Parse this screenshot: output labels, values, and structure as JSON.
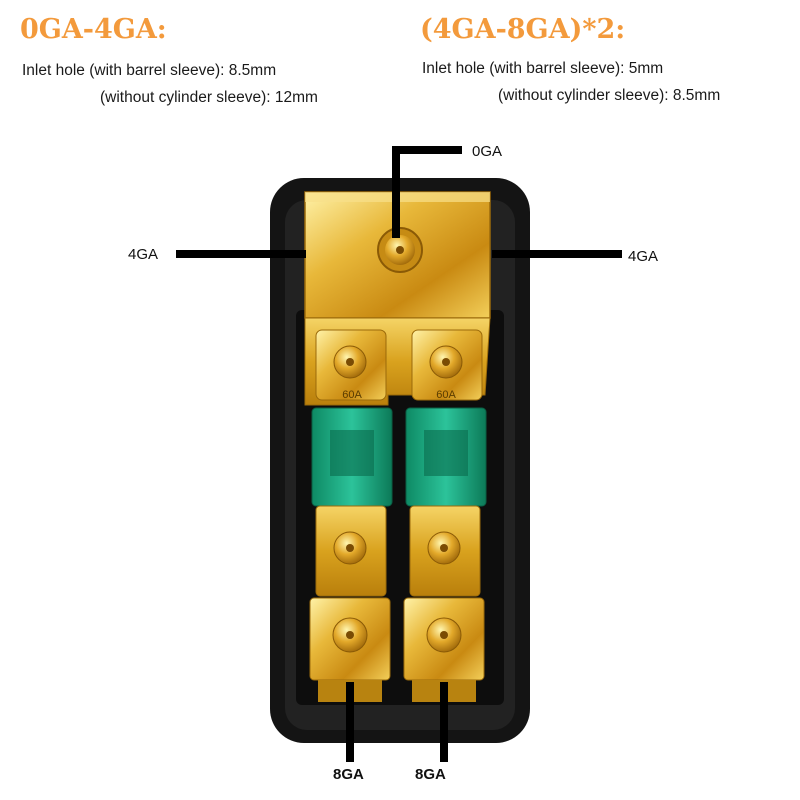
{
  "left_spec": {
    "title": "0GA-4GA:",
    "line1": "Inlet hole (with barrel sleeve): 8.5mm",
    "line2": "(without cylinder sleeve): 12mm"
  },
  "right_spec": {
    "title": "(4GA-8GA)*2:",
    "line1": "Inlet hole (with barrel sleeve): 5mm",
    "line2": "(without cylinder sleeve): 8.5mm"
  },
  "labels": {
    "top": "0GA",
    "left": "4GA",
    "right": "4GA",
    "bottom_left": "8GA",
    "bottom_right": "8GA"
  },
  "fuse_marking": "60A",
  "colors": {
    "title_orange": "#f39a3c",
    "gold": "#e0b030",
    "fuse_green": "#1fa37e",
    "housing": "#141414"
  }
}
